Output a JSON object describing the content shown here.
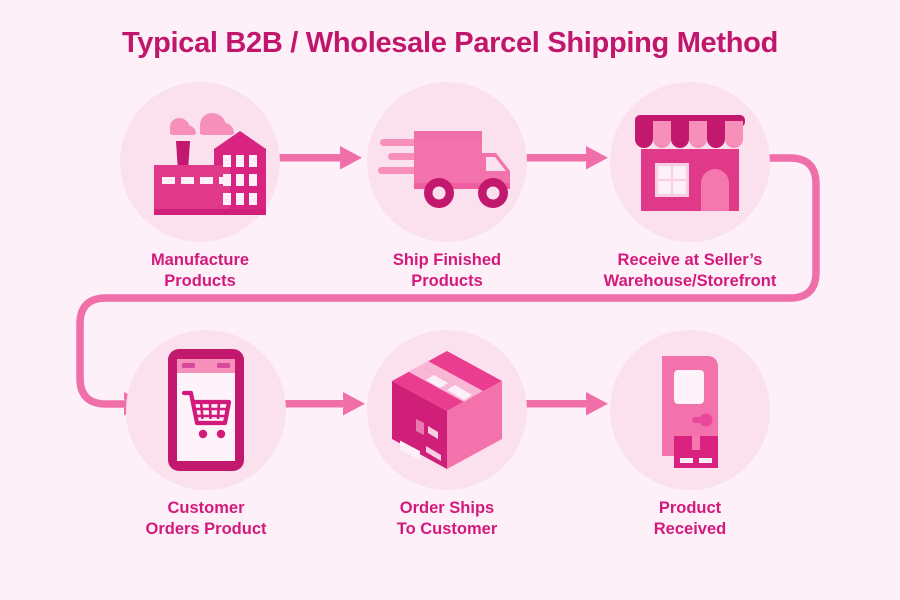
{
  "header": {
    "title": "Typical B2B / Wholesale Parcel Shipping Method"
  },
  "colors": {
    "background": "#fdf0f8",
    "circle_tint": "#fbe0ee",
    "title_text": "#c0166b",
    "label_text": "#d31a7c",
    "deep_magenta": "#c2186e",
    "mid_pink": "#e8398c",
    "light_pink": "#f472ac",
    "pale_pink": "#f79ec5",
    "arrow_pink": "#f06fa8",
    "white": "#fdf3f8"
  },
  "diagram": {
    "type": "process-flow",
    "direction": "left-to-right, wrapping to second row",
    "steps": [
      {
        "id": "manufacture",
        "order": 1,
        "label": "Manufacture\nProducts",
        "icon": "factory-icon"
      },
      {
        "id": "ship-finished",
        "order": 2,
        "label": "Ship Finished\nProducts",
        "icon": "delivery-truck-icon"
      },
      {
        "id": "receive-seller",
        "order": 3,
        "label": "Receive at Seller’s\nWarehouse/Storefront",
        "icon": "storefront-icon"
      },
      {
        "id": "customer-orders",
        "order": 4,
        "label": "Customer\nOrders Product",
        "icon": "smartphone-shopping-cart-icon"
      },
      {
        "id": "order-ships",
        "order": 5,
        "label": "Order Ships\nTo Customer",
        "icon": "parcel-box-icon"
      },
      {
        "id": "product-received",
        "order": 6,
        "label": "Product\nReceived",
        "icon": "door-with-package-icon"
      }
    ],
    "connectors": [
      {
        "id": "arrow-1",
        "from": "manufacture",
        "to": "ship-finished",
        "style": "straight-arrow-right"
      },
      {
        "id": "arrow-2",
        "from": "ship-finished",
        "to": "receive-seller",
        "style": "straight-arrow-right"
      },
      {
        "id": "arrow-wrap",
        "from": "receive-seller",
        "to": "customer-orders",
        "style": "wrap-around-arrow"
      },
      {
        "id": "arrow-4",
        "from": "customer-orders",
        "to": "order-ships",
        "style": "straight-arrow-right"
      },
      {
        "id": "arrow-5",
        "from": "order-ships",
        "to": "product-received",
        "style": "straight-arrow-right"
      }
    ]
  }
}
